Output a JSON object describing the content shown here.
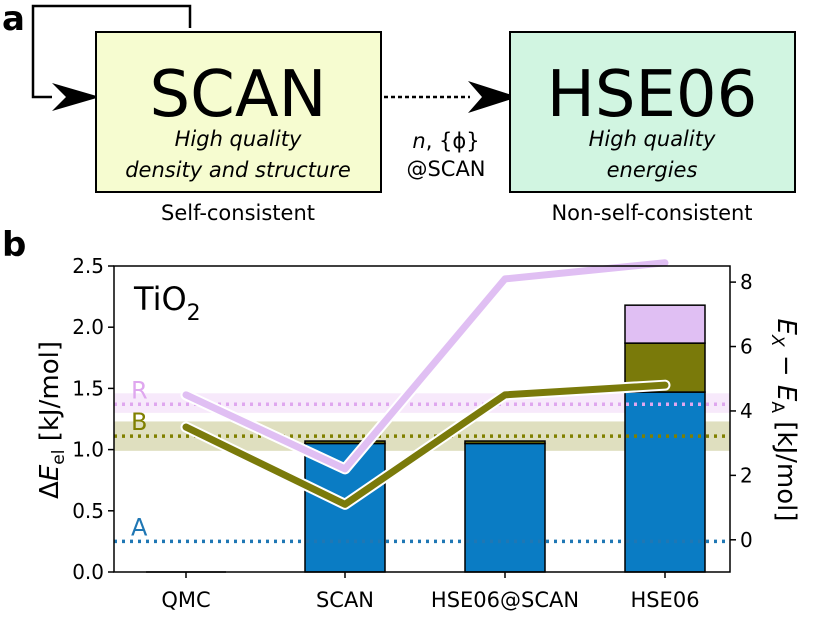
{
  "panel_a": {
    "label": "a",
    "scan_box": {
      "title": "SCAN",
      "line1": "High quality",
      "line2": "density and structure",
      "caption": "Self-consistent"
    },
    "hse_box": {
      "title": "HSE06",
      "line1": "High quality",
      "line2": "energies",
      "caption": "Non-self-consistent"
    },
    "arrow_label_n": "n",
    "arrow_label_rest": ", {ϕ}",
    "arrow_label_2": "@SCAN",
    "colors": {
      "scan_fill": "#f6fcd0",
      "hse_fill": "#d1f5e1"
    }
  },
  "panel_b": {
    "label": "b",
    "inset_title_main": "TiO",
    "inset_title_sub": "2",
    "ylabel_left": {
      "delta": "Δ",
      "E": "E",
      "sub": "el",
      "unit": " [kJ/mol]"
    },
    "ylabel_right": {
      "E1": "E",
      "sub1": "X",
      "minus": " − ",
      "E2": "E",
      "sub2": "A",
      "unit": " [kJ/mol]"
    }
  },
  "chart_data": {
    "type": "bar",
    "categories": [
      "QMC",
      "SCAN",
      "HSE06@SCAN",
      "HSE06"
    ],
    "left_axis": {
      "ylim": [
        0,
        2.5
      ],
      "ticks": [
        "0.0",
        "0.5",
        "1.0",
        "1.5",
        "2.0",
        "2.5"
      ]
    },
    "right_axis": {
      "ylim": [
        -1,
        8.5
      ],
      "ticks": [
        "0",
        "2",
        "4",
        "6",
        "8"
      ]
    },
    "stacked_bars": [
      {
        "name": "A",
        "color": "#0a7cc4",
        "values": [
          0.0,
          1.05,
          1.05,
          1.47
        ]
      },
      {
        "name": "B",
        "color": "#7a7a0a",
        "values": [
          0.0,
          0.02,
          0.02,
          0.4
        ]
      },
      {
        "name": "R",
        "color": "#e0bff3",
        "values": [
          0.0,
          0.0,
          0.0,
          0.31
        ]
      }
    ],
    "reference_lines": [
      {
        "name": "A",
        "y": 0.25,
        "color": "#1f77b4"
      },
      {
        "name": "B",
        "y": 1.11,
        "color": "#808000",
        "band": [
          0.99,
          1.23
        ]
      },
      {
        "name": "R",
        "y": 1.37,
        "color": "#dfa7ef",
        "band": [
          1.3,
          1.46
        ]
      }
    ],
    "lines_right_axis": [
      {
        "name": "B",
        "color": "#7a7a0a",
        "values": [
          3.5,
          1.1,
          4.5,
          4.8
        ]
      },
      {
        "name": "R",
        "color": "#e0bff3",
        "values": [
          4.5,
          2.2,
          8.1,
          8.6
        ]
      }
    ]
  }
}
